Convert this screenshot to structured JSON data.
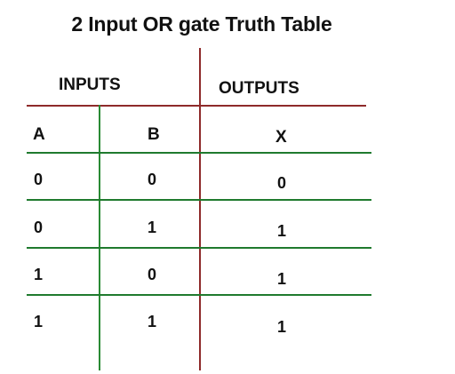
{
  "title": "2 Input OR gate Truth Table",
  "headers": {
    "inputs": "INPUTS",
    "outputs": "OUTPUTS"
  },
  "columns": [
    "A",
    "B",
    "X"
  ],
  "rows": [
    [
      "0",
      "0",
      "0"
    ],
    [
      "0",
      "1",
      "1"
    ],
    [
      "1",
      "0",
      "1"
    ],
    [
      "1",
      "1",
      "1"
    ]
  ],
  "colors": {
    "green_lines": "#1f7a2e",
    "maroon_lines": "#8e2a2a"
  }
}
